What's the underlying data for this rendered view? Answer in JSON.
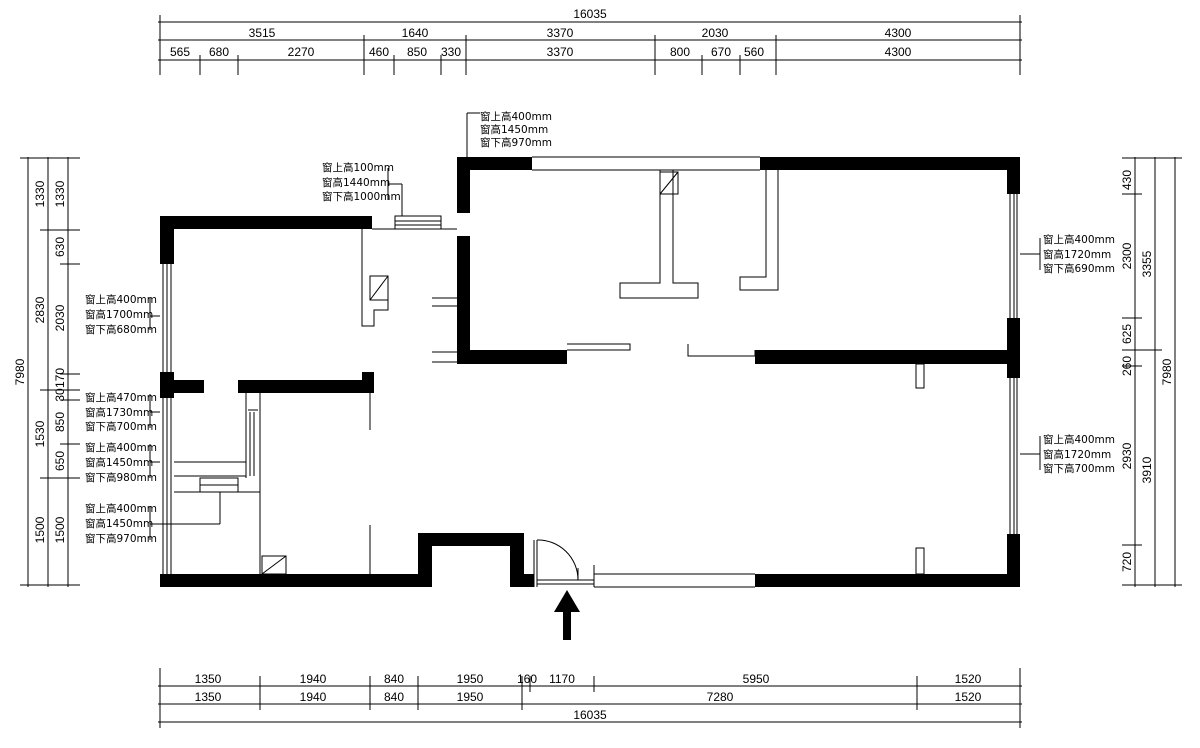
{
  "dimensions": {
    "top_total": "16035",
    "top_segments": [
      "3515",
      "1640",
      "3370",
      "2030",
      "4300"
    ],
    "top_sub_segments": [
      "565",
      "680",
      "2270",
      "460",
      "850",
      "330",
      "3370",
      "800",
      "670",
      "560",
      "4300"
    ],
    "bottom_row1": [
      "1350",
      "1940",
      "840",
      "1950",
      "160",
      "1170",
      "5950",
      "1520"
    ],
    "bottom_row2": [
      "1350",
      "1940",
      "840",
      "1950",
      "7280",
      "1520"
    ],
    "bottom_total": "16035",
    "left_total": "7980",
    "left_outer": [
      "1330",
      "2830",
      "1530",
      "1500"
    ],
    "left_inner": [
      "1330",
      "630",
      "2030",
      "170",
      "30",
      "850",
      "650",
      "1500"
    ],
    "right_total": "7980",
    "right_outer": [
      "3355",
      "3910"
    ],
    "right_inner": [
      "430",
      "2300",
      "625",
      "260",
      "2930",
      "720"
    ]
  },
  "window_notes": [
    {
      "lines": [
        "窗上高400mm",
        "窗高1450mm",
        "窗下高970mm"
      ]
    },
    {
      "lines": [
        "窗上高100mm",
        "窗高1440mm",
        "窗下高1000mm"
      ]
    },
    {
      "lines": [
        "窗上高400mm",
        "窗高1720mm",
        "窗下高690mm"
      ]
    },
    {
      "lines": [
        "窗上高400mm",
        "窗高1700mm",
        "窗下高680mm"
      ]
    },
    {
      "lines": [
        "窗上高470mm",
        "窗高1730mm",
        "窗下高700mm"
      ]
    },
    {
      "lines": [
        "窗上高400mm",
        "窗高1450mm",
        "窗下高980mm"
      ]
    },
    {
      "lines": [
        "窗上高400mm",
        "窗高1450mm",
        "窗下高970mm"
      ]
    },
    {
      "lines": [
        "窗上高400mm",
        "窗高1720mm",
        "窗下高700mm"
      ]
    }
  ],
  "entrance_marker": "up-arrow-icon"
}
